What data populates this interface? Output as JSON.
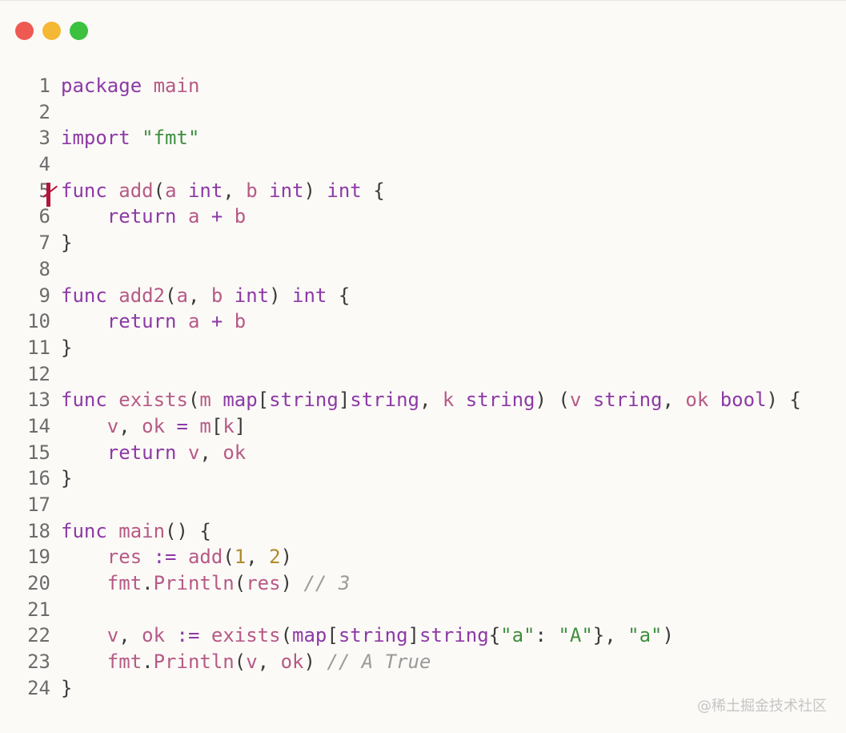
{
  "window": {
    "controls": {
      "close": "#ee5a52",
      "minimize": "#f5b834",
      "maximize": "#3cc13f"
    }
  },
  "colors": {
    "keyword": "#8c3aa6",
    "identifier": "#b65a86",
    "string": "#3f8f3f",
    "number": "#b08a2a",
    "comment": "#9a9a9a",
    "text": "#3a3a3a",
    "cursor": "#b3143c"
  },
  "editor": {
    "cursor_line": "5",
    "lines": [
      {
        "num": "1",
        "tokens": [
          [
            "kw",
            "package"
          ],
          [
            "plain",
            " "
          ],
          [
            "id",
            "main"
          ]
        ]
      },
      {
        "num": "2",
        "tokens": []
      },
      {
        "num": "3",
        "tokens": [
          [
            "kw",
            "import"
          ],
          [
            "plain",
            " "
          ],
          [
            "str",
            "\"fmt\""
          ]
        ]
      },
      {
        "num": "4",
        "tokens": []
      },
      {
        "num": "5",
        "tokens": [
          [
            "kw",
            "func"
          ],
          [
            "plain",
            " "
          ],
          [
            "id",
            "add"
          ],
          [
            "plain",
            "("
          ],
          [
            "id",
            "a"
          ],
          [
            "plain",
            " "
          ],
          [
            "kw",
            "int"
          ],
          [
            "plain",
            ", "
          ],
          [
            "id",
            "b"
          ],
          [
            "plain",
            " "
          ],
          [
            "kw",
            "int"
          ],
          [
            "plain",
            ") "
          ],
          [
            "kw",
            "int"
          ],
          [
            "plain",
            " {"
          ]
        ]
      },
      {
        "num": "6",
        "tokens": [
          [
            "plain",
            "    "
          ],
          [
            "kw",
            "return"
          ],
          [
            "plain",
            " "
          ],
          [
            "id",
            "a"
          ],
          [
            "plain",
            " "
          ],
          [
            "kw",
            "+"
          ],
          [
            "plain",
            " "
          ],
          [
            "id",
            "b"
          ]
        ]
      },
      {
        "num": "7",
        "tokens": [
          [
            "plain",
            "}"
          ]
        ]
      },
      {
        "num": "8",
        "tokens": []
      },
      {
        "num": "9",
        "tokens": [
          [
            "kw",
            "func"
          ],
          [
            "plain",
            " "
          ],
          [
            "id",
            "add2"
          ],
          [
            "plain",
            "("
          ],
          [
            "id",
            "a"
          ],
          [
            "plain",
            ", "
          ],
          [
            "id",
            "b"
          ],
          [
            "plain",
            " "
          ],
          [
            "kw",
            "int"
          ],
          [
            "plain",
            ") "
          ],
          [
            "kw",
            "int"
          ],
          [
            "plain",
            " {"
          ]
        ]
      },
      {
        "num": "10",
        "tokens": [
          [
            "plain",
            "    "
          ],
          [
            "kw",
            "return"
          ],
          [
            "plain",
            " "
          ],
          [
            "id",
            "a"
          ],
          [
            "plain",
            " "
          ],
          [
            "kw",
            "+"
          ],
          [
            "plain",
            " "
          ],
          [
            "id",
            "b"
          ]
        ]
      },
      {
        "num": "11",
        "tokens": [
          [
            "plain",
            "}"
          ]
        ]
      },
      {
        "num": "12",
        "tokens": []
      },
      {
        "num": "13",
        "tokens": [
          [
            "kw",
            "func"
          ],
          [
            "plain",
            " "
          ],
          [
            "id",
            "exists"
          ],
          [
            "plain",
            "("
          ],
          [
            "id",
            "m"
          ],
          [
            "plain",
            " "
          ],
          [
            "kw",
            "map"
          ],
          [
            "plain",
            "["
          ],
          [
            "kw",
            "string"
          ],
          [
            "plain",
            "]"
          ],
          [
            "kw",
            "string"
          ],
          [
            "plain",
            ", "
          ],
          [
            "id",
            "k"
          ],
          [
            "plain",
            " "
          ],
          [
            "kw",
            "string"
          ],
          [
            "plain",
            ") ("
          ],
          [
            "id",
            "v"
          ],
          [
            "plain",
            " "
          ],
          [
            "kw",
            "string"
          ],
          [
            "plain",
            ", "
          ],
          [
            "id",
            "ok"
          ],
          [
            "plain",
            " "
          ],
          [
            "kw",
            "bool"
          ],
          [
            "plain",
            ") {"
          ]
        ]
      },
      {
        "num": "14",
        "tokens": [
          [
            "plain",
            "    "
          ],
          [
            "id",
            "v"
          ],
          [
            "plain",
            ", "
          ],
          [
            "id",
            "ok"
          ],
          [
            "plain",
            " "
          ],
          [
            "kw",
            "="
          ],
          [
            "plain",
            " "
          ],
          [
            "id",
            "m"
          ],
          [
            "plain",
            "["
          ],
          [
            "id",
            "k"
          ],
          [
            "plain",
            "]"
          ]
        ]
      },
      {
        "num": "15",
        "tokens": [
          [
            "plain",
            "    "
          ],
          [
            "kw",
            "return"
          ],
          [
            "plain",
            " "
          ],
          [
            "id",
            "v"
          ],
          [
            "plain",
            ", "
          ],
          [
            "id",
            "ok"
          ]
        ]
      },
      {
        "num": "16",
        "tokens": [
          [
            "plain",
            "}"
          ]
        ]
      },
      {
        "num": "17",
        "tokens": []
      },
      {
        "num": "18",
        "tokens": [
          [
            "kw",
            "func"
          ],
          [
            "plain",
            " "
          ],
          [
            "id",
            "main"
          ],
          [
            "plain",
            "() {"
          ]
        ]
      },
      {
        "num": "19",
        "tokens": [
          [
            "plain",
            "    "
          ],
          [
            "id",
            "res"
          ],
          [
            "plain",
            " "
          ],
          [
            "kw",
            ":="
          ],
          [
            "plain",
            " "
          ],
          [
            "id",
            "add"
          ],
          [
            "plain",
            "("
          ],
          [
            "num",
            "1"
          ],
          [
            "plain",
            ", "
          ],
          [
            "num",
            "2"
          ],
          [
            "plain",
            ")"
          ]
        ]
      },
      {
        "num": "20",
        "tokens": [
          [
            "plain",
            "    "
          ],
          [
            "id",
            "fmt"
          ],
          [
            "plain",
            "."
          ],
          [
            "id",
            "Println"
          ],
          [
            "plain",
            "("
          ],
          [
            "id",
            "res"
          ],
          [
            "plain",
            ") "
          ],
          [
            "cmt",
            "// 3"
          ]
        ]
      },
      {
        "num": "21",
        "tokens": []
      },
      {
        "num": "22",
        "tokens": [
          [
            "plain",
            "    "
          ],
          [
            "id",
            "v"
          ],
          [
            "plain",
            ", "
          ],
          [
            "id",
            "ok"
          ],
          [
            "plain",
            " "
          ],
          [
            "kw",
            ":="
          ],
          [
            "plain",
            " "
          ],
          [
            "id",
            "exists"
          ],
          [
            "plain",
            "("
          ],
          [
            "kw",
            "map"
          ],
          [
            "plain",
            "["
          ],
          [
            "kw",
            "string"
          ],
          [
            "plain",
            "]"
          ],
          [
            "kw",
            "string"
          ],
          [
            "plain",
            "{"
          ],
          [
            "str",
            "\"a\""
          ],
          [
            "plain",
            ": "
          ],
          [
            "str",
            "\"A\""
          ],
          [
            "plain",
            "}, "
          ],
          [
            "str",
            "\"a\""
          ],
          [
            "plain",
            ")"
          ]
        ]
      },
      {
        "num": "23",
        "tokens": [
          [
            "plain",
            "    "
          ],
          [
            "id",
            "fmt"
          ],
          [
            "plain",
            "."
          ],
          [
            "id",
            "Println"
          ],
          [
            "plain",
            "("
          ],
          [
            "id",
            "v"
          ],
          [
            "plain",
            ", "
          ],
          [
            "id",
            "ok"
          ],
          [
            "plain",
            ") "
          ],
          [
            "cmt",
            "// A True"
          ]
        ]
      },
      {
        "num": "24",
        "tokens": [
          [
            "plain",
            "}"
          ]
        ]
      }
    ]
  },
  "watermark": "@稀土掘金技术社区"
}
